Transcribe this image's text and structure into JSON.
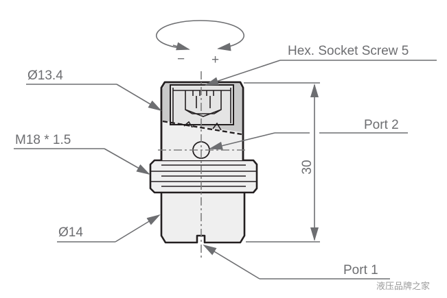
{
  "diagram": {
    "title": "Screw-in cartridge valve dimension drawing",
    "rotation": {
      "minus_label": "−",
      "plus_label": "+"
    },
    "callouts": {
      "hex_socket": "Hex. Socket Screw 5",
      "diameter_top": "Ø13.4",
      "thread": "M18 * 1.5",
      "port2": "Port 2",
      "diameter_bottom": "Ø14",
      "port1": "Port 1"
    },
    "dimensions": {
      "height": "30"
    },
    "watermark": "液压品牌之家",
    "colors": {
      "body_fill": "#efefef",
      "cap_fill": "#c9c9c9",
      "outline": "#231f20",
      "leader": "#6d6e71"
    }
  }
}
